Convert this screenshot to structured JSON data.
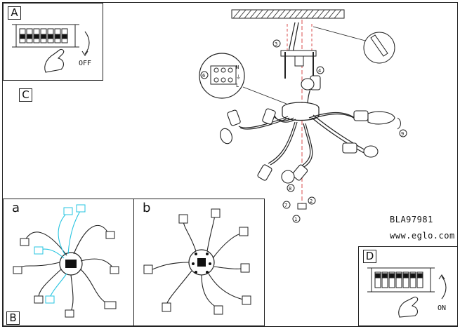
{
  "panels": {
    "A": {
      "letter": "A",
      "switch_label": "OFF"
    },
    "B": {
      "letter": "B"
    },
    "C": {
      "letter": "C"
    },
    "D": {
      "letter": "D",
      "switch_label": "ON"
    },
    "a": {
      "letter": "a"
    },
    "b": {
      "letter": "b"
    }
  },
  "product": {
    "code": "BLA97981",
    "website": "www.eglo.com"
  },
  "steps": {
    "s1": "1",
    "s2": "2",
    "s3": "3",
    "s4": "4",
    "s6": "6",
    "s7": "7",
    "s8": "8",
    "s9": "9"
  },
  "terminal": {
    "n": "N",
    "l": "L",
    "earth": "⏚"
  },
  "colors": {
    "line": "#222222",
    "highlight": "#27c4e0",
    "wire_red": "#d02020"
  }
}
